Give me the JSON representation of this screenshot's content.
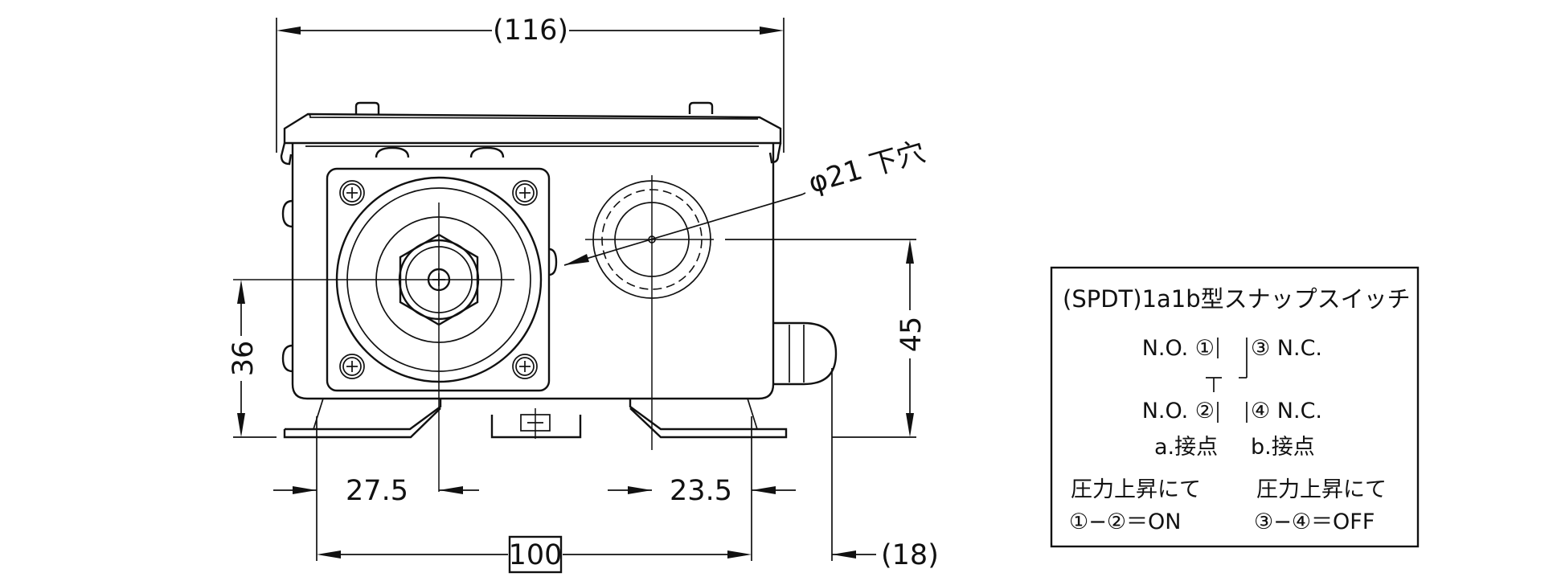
{
  "dimensions": {
    "overall_width": "(116)",
    "hole_note": "φ21 下穴",
    "height_port": "45",
    "height_fitting": "36",
    "offset_left": "27.5",
    "offset_right": "23.5",
    "mount_pitch": "100",
    "lead_out": "(18)"
  },
  "spec_box": {
    "title": "(SPDT)1a1b型スナップスイッチ",
    "no_upper": "N.O. ①",
    "nc_upper": "③ N.C.",
    "no_lower": "N.O. ②",
    "nc_lower": "④ N.C.",
    "a_contact": "a.接点",
    "b_contact": "b.接点",
    "left_caption": "圧力上昇にて",
    "right_caption": "圧力上昇にて",
    "left_state": "①−②＝ON",
    "right_state": "③−④＝OFF"
  }
}
